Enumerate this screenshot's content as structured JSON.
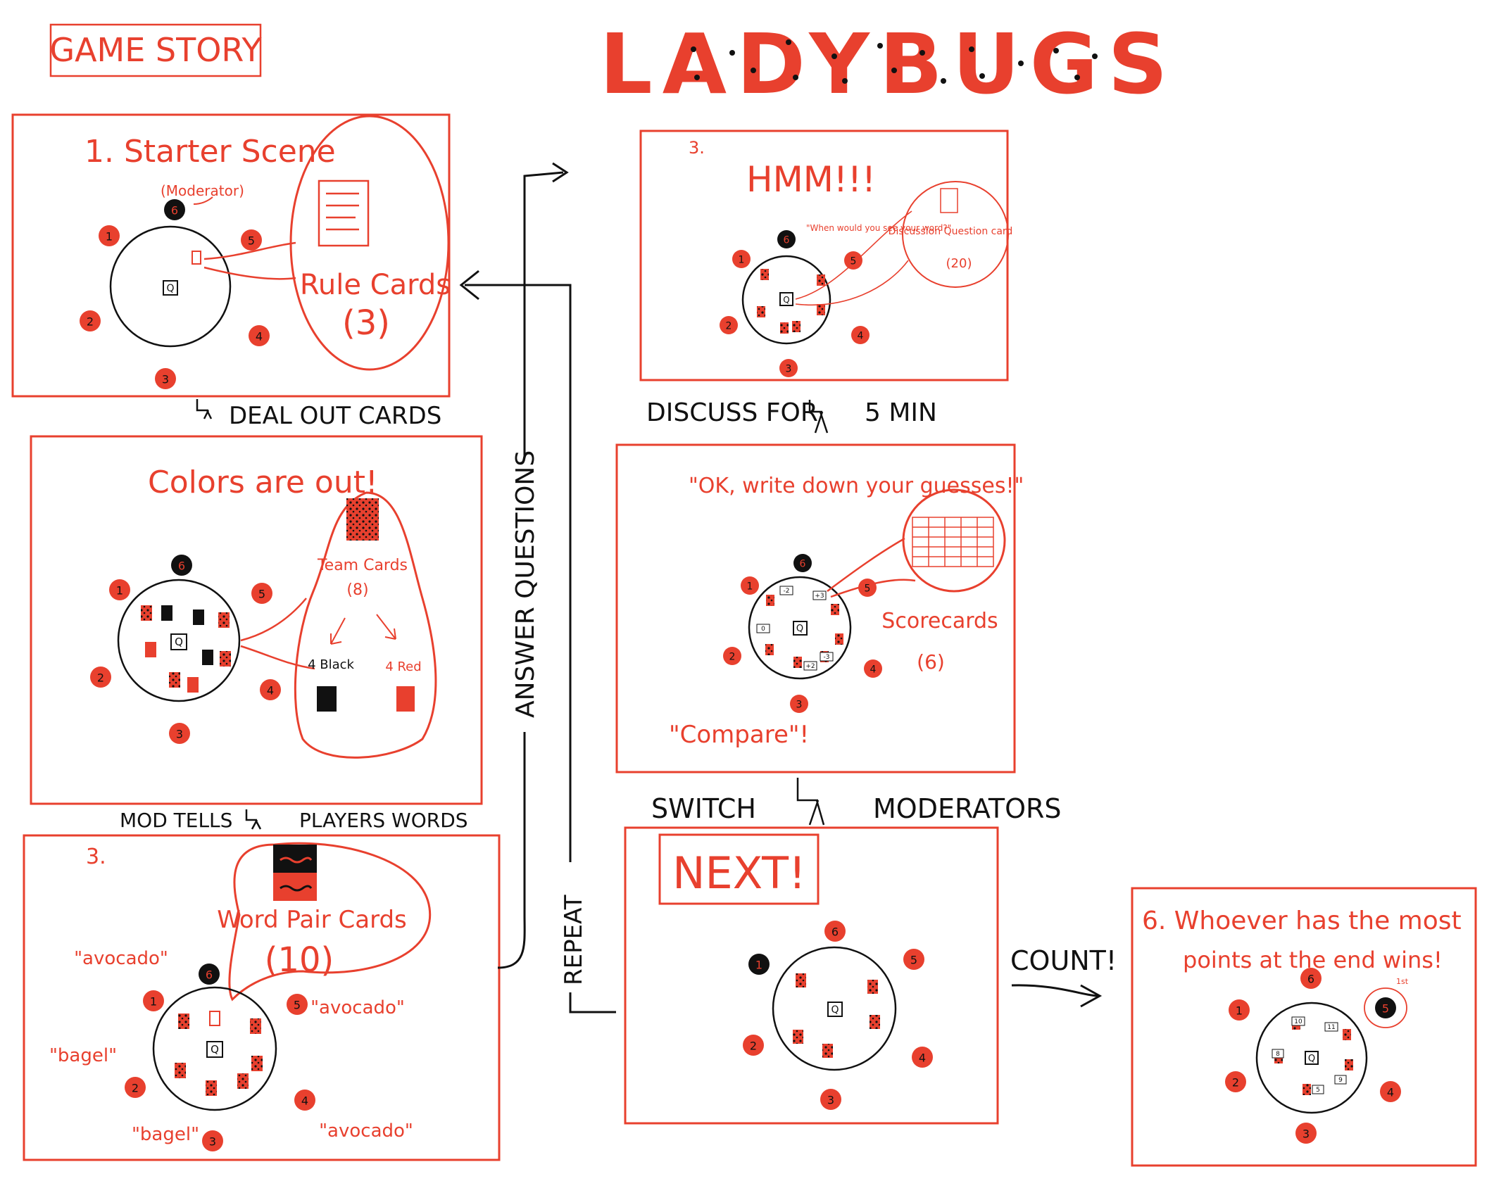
{
  "header": {
    "label": "GAME STORY",
    "title": "LADYBUGS"
  },
  "colors": {
    "red": "#e8402e",
    "black": "#111111",
    "white": "#ffffff",
    "dark_red": "#c1281a"
  },
  "table": {
    "center_label": "Q"
  },
  "panels": {
    "p1": {
      "title": "1. Starter Scene",
      "moderator_note": "(Moderator)",
      "callout": "Rule Cards",
      "callout_count": "(3)"
    },
    "p2": {
      "title": "Colors are out!",
      "callout": "Team Cards",
      "callout_count": "(8)",
      "black_label": "4 Black",
      "red_label": "4 Red"
    },
    "p3a": {
      "number": "3.",
      "callout": "Word Pair Cards",
      "callout_count": "(10)",
      "words": [
        "\"avocado\"",
        "\"bagel\"",
        "\"avocado\"",
        "\"bagel\"",
        "\"avocado\""
      ]
    },
    "p3b": {
      "number": "3.",
      "title": "HMM!!!",
      "quote": "\"When would you see your word?\"",
      "callout": "Discussion Question card",
      "callout_count": "(20)"
    },
    "p4": {
      "title": "\"OK, write down your guesses!\"",
      "callout": "Scorecards",
      "callout_count": "(6)",
      "compare": "\"Compare\"!",
      "scores": [
        "-2",
        "+3",
        "0",
        "-3",
        "+2"
      ]
    },
    "p5": {
      "title": "NEXT!"
    },
    "p6": {
      "title_line1": "6. Whoever has the most",
      "title_line2": "points at the end wins!",
      "winner_note": "1st",
      "scores": [
        "10",
        "11",
        "8",
        "9",
        "5"
      ]
    }
  },
  "transitions": {
    "deal": "DEAL OUT CARDS",
    "mod_tells": "MOD TELLS",
    "players_words": "PLAYERS WORDS",
    "answer": "ANSWER QUESTIONS",
    "discuss_a": "DISCUSS FOR",
    "discuss_b": "5 MIN",
    "switch": "SWITCH",
    "moderators": "MODERATORS",
    "repeat": "REPEAT",
    "count": "COUNT!"
  },
  "seats": [
    "1",
    "2",
    "3",
    "4",
    "5",
    "6"
  ]
}
